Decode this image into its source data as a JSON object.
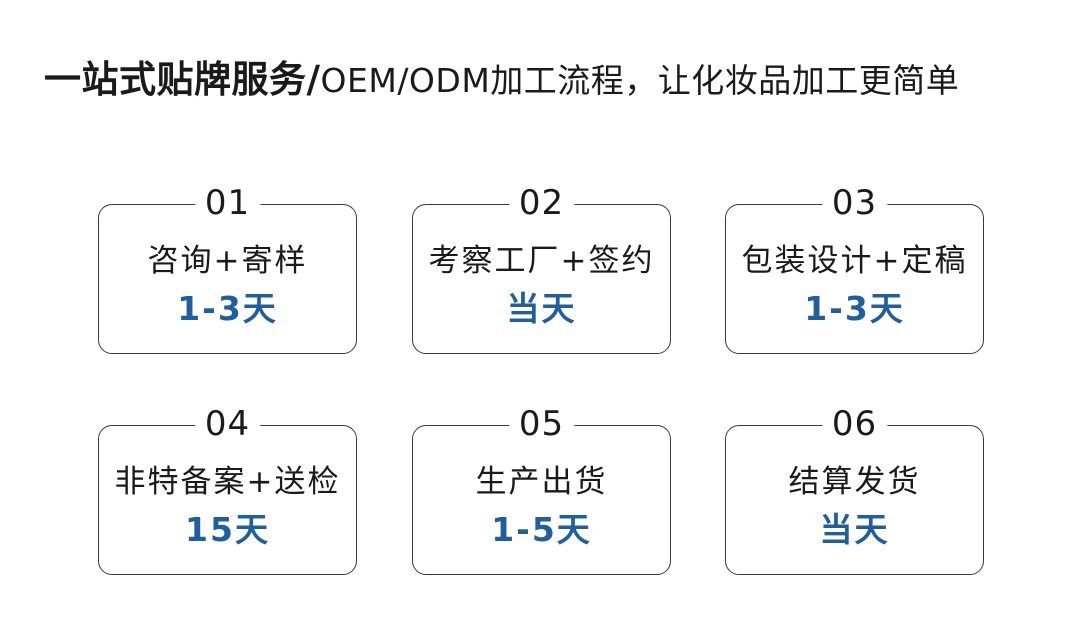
{
  "header": {
    "title_bold": "一站式贴牌服务/",
    "title_regular": "OEM/ODM加工流程，让化妆品加工更简单"
  },
  "colors": {
    "accent": "#1f5fa0",
    "text": "#1a1a1a",
    "border": "#3a3a3a"
  },
  "steps": [
    {
      "number": "01",
      "name": "咨询+寄样",
      "duration": "1-3天"
    },
    {
      "number": "02",
      "name": "考察工厂+签约",
      "duration": "当天"
    },
    {
      "number": "03",
      "name": "包装设计+定稿",
      "duration": "1-3天"
    },
    {
      "number": "04",
      "name": "非特备案+送检",
      "duration": "15天"
    },
    {
      "number": "05",
      "name": "生产出货",
      "duration": "1-5天"
    },
    {
      "number": "06",
      "name": "结算发货",
      "duration": "当天"
    }
  ]
}
